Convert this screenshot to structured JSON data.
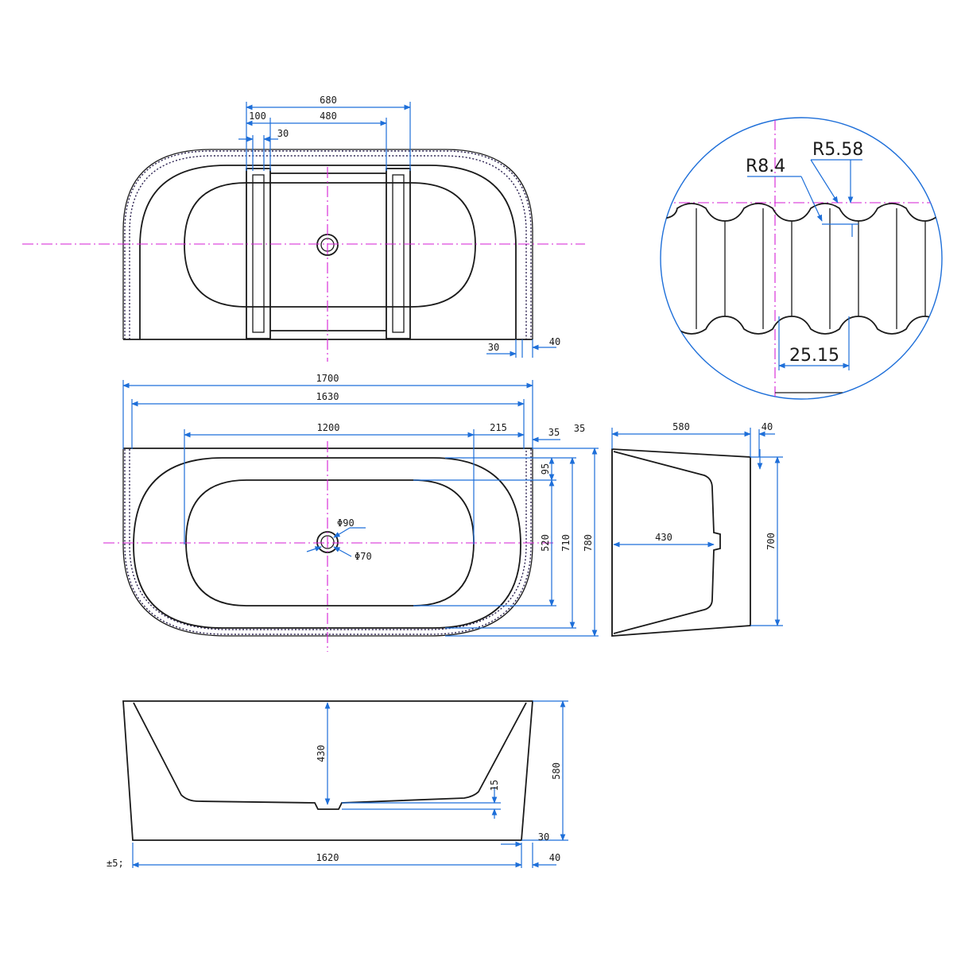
{
  "top_view": {
    "dim_680": "680",
    "dim_100": "100",
    "dim_480": "480",
    "dim_30": "30",
    "dim_30_right": "30",
    "dim_40_right": "40"
  },
  "detail": {
    "r558": "R5.58",
    "r84": "R8.4",
    "d2515": "25.15"
  },
  "plan_view": {
    "dim_1700": "1700",
    "dim_1630": "1630",
    "dim_1200": "1200",
    "dim_215": "215",
    "dim_35a": "35",
    "dim_35b": "35",
    "dim_95": "95",
    "dim_520": "520",
    "dim_710": "710",
    "dim_780": "780",
    "phi90": "Φ90",
    "phi70": "Φ70"
  },
  "side_view": {
    "dim_580": "580",
    "dim_40": "40",
    "dim_430": "430",
    "dim_700": "700"
  },
  "front_view": {
    "dim_430": "430",
    "dim_15": "15",
    "dim_580": "580",
    "dim_30": "30",
    "dim_1620": "1620",
    "dim_40": "40",
    "tolerance": "±5;"
  },
  "colors": {
    "outline": "#1a1a1a",
    "dimension": "#1e6fd9",
    "centerline": "#d61ed6"
  }
}
